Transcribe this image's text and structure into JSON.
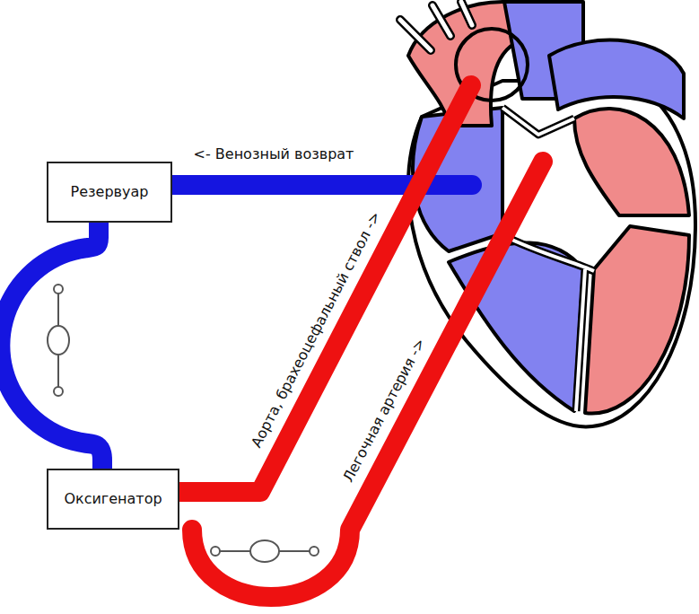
{
  "diagram": {
    "nodes": [
      {
        "text": [
          "Резервуар"
        ]
      },
      {
        "text": [
          "Оксигенатор"
        ]
      }
    ],
    "edges": [
      {
        "from": 0,
        "to": 1,
        "arrow": "none"
      }
    ],
    "labels": [
      "<- Венозный возврат",
      "Аорта, брахеоцефальный ствол ->",
      "Легочная артерия ->"
    ]
  }
}
